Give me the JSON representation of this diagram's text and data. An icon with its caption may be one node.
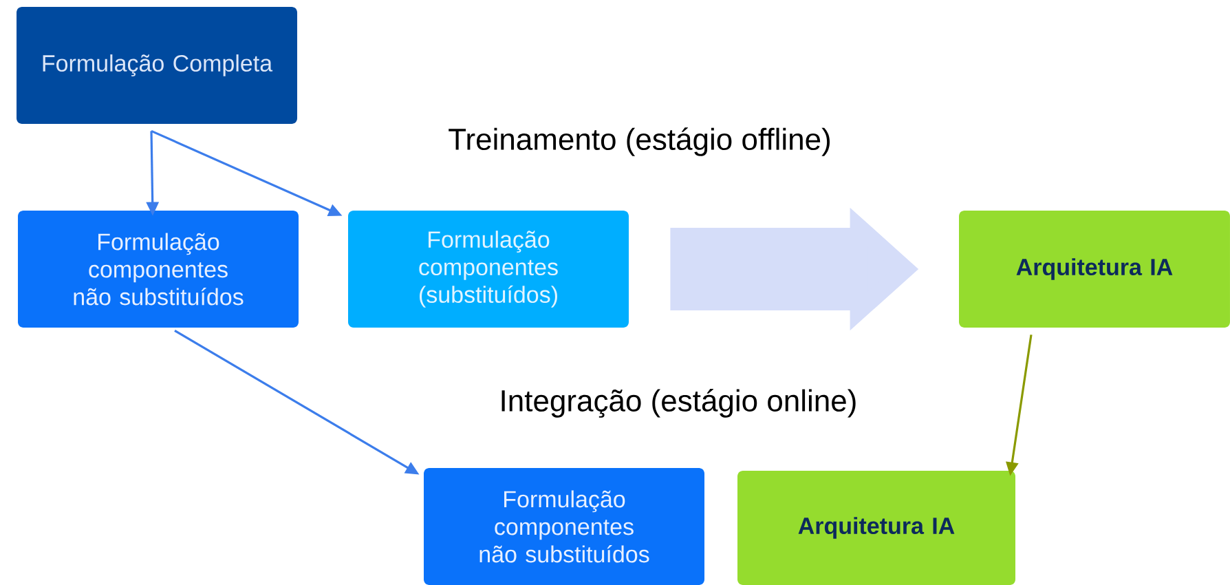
{
  "diagram": {
    "nodes": [
      {
        "text": [
          "Formulação Completa"
        ]
      },
      {
        "text": [
          "Formulação componentes não substituídos"
        ]
      },
      {
        "text": [
          "Formulação componentes (substituídos)"
        ]
      },
      {
        "text": [
          "Arquitetura IA"
        ]
      },
      {
        "text": [
          "Formulação componentes não substituídos"
        ]
      },
      {
        "text": [
          "Arquitetura IA"
        ]
      }
    ],
    "edges": [
      {
        "from": 0,
        "to": 1,
        "arrow": "to"
      },
      {
        "from": 0,
        "to": 2,
        "arrow": "to"
      },
      {
        "from": 2,
        "to": 3,
        "arrow": "to",
        "style": "thick",
        "color": "#d5ddf9"
      },
      {
        "from": 1,
        "to": 4,
        "arrow": "to"
      },
      {
        "from": 3,
        "to": 5,
        "arrow": "to",
        "color": "#8a9a00"
      }
    ],
    "labels": [
      "Treinamento (estágio offline)",
      "Integração (estágio online)"
    ]
  }
}
